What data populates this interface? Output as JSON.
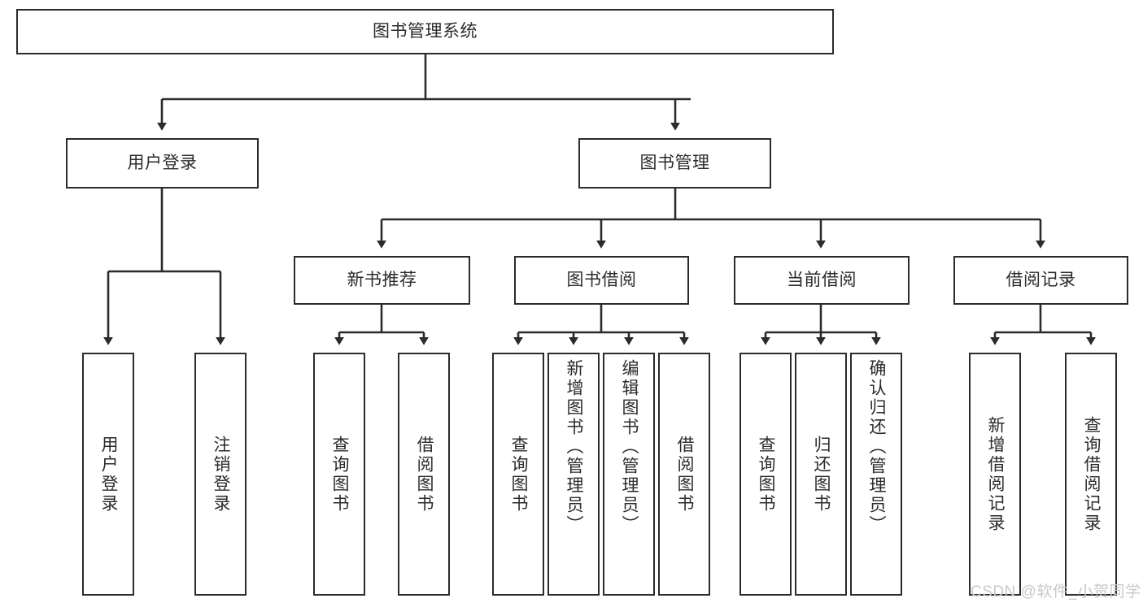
{
  "diagram": {
    "title": "图书管理系统",
    "type": "tree",
    "watermark": "CSDN @软件_小贺同学",
    "colors": {
      "box_border": "#2b2b2b",
      "box_fill": "#ffffff",
      "connector": "#2b2b2b",
      "text": "#2b2b2b",
      "watermark": "#c9c9c9",
      "background": "#ffffff"
    },
    "levels": {
      "root": {
        "label": "图书管理系统"
      },
      "level2": [
        {
          "id": "user-login",
          "label": "用户登录"
        },
        {
          "id": "book-management",
          "label": "图书管理"
        }
      ],
      "level3": [
        {
          "id": "new-book-recommend",
          "label": "新书推荐",
          "parent": "book-management"
        },
        {
          "id": "book-borrow",
          "label": "图书借阅",
          "parent": "book-management"
        },
        {
          "id": "current-borrow",
          "label": "当前借阅",
          "parent": "book-management"
        },
        {
          "id": "borrow-record",
          "label": "借阅记录",
          "parent": "book-management"
        }
      ],
      "leaves": [
        {
          "id": "leaf-user-login",
          "label": "用户登录",
          "parent": "user-login"
        },
        {
          "id": "leaf-user-logout",
          "label": "注销登录",
          "parent": "user-login"
        },
        {
          "id": "leaf-query-book-1",
          "label": "查询图书",
          "parent": "new-book-recommend"
        },
        {
          "id": "leaf-borrow-book-1",
          "label": "借阅图书",
          "parent": "new-book-recommend"
        },
        {
          "id": "leaf-query-book-2",
          "label": "查询图书",
          "parent": "book-borrow"
        },
        {
          "id": "leaf-add-book",
          "label": "新增图书（管理员）",
          "parent": "book-borrow"
        },
        {
          "id": "leaf-edit-book",
          "label": "编辑图书（管理员）",
          "parent": "book-borrow"
        },
        {
          "id": "leaf-borrow-book-2",
          "label": "借阅图书",
          "parent": "book-borrow"
        },
        {
          "id": "leaf-query-book-3",
          "label": "查询图书",
          "parent": "current-borrow"
        },
        {
          "id": "leaf-return-book",
          "label": "归还图书",
          "parent": "current-borrow"
        },
        {
          "id": "leaf-confirm-return",
          "label": "确认归还（管理员）",
          "parent": "current-borrow"
        },
        {
          "id": "leaf-add-record",
          "label": "新增借阅记录",
          "parent": "borrow-record"
        },
        {
          "id": "leaf-query-record",
          "label": "查询借阅记录",
          "parent": "borrow-record"
        }
      ]
    }
  }
}
